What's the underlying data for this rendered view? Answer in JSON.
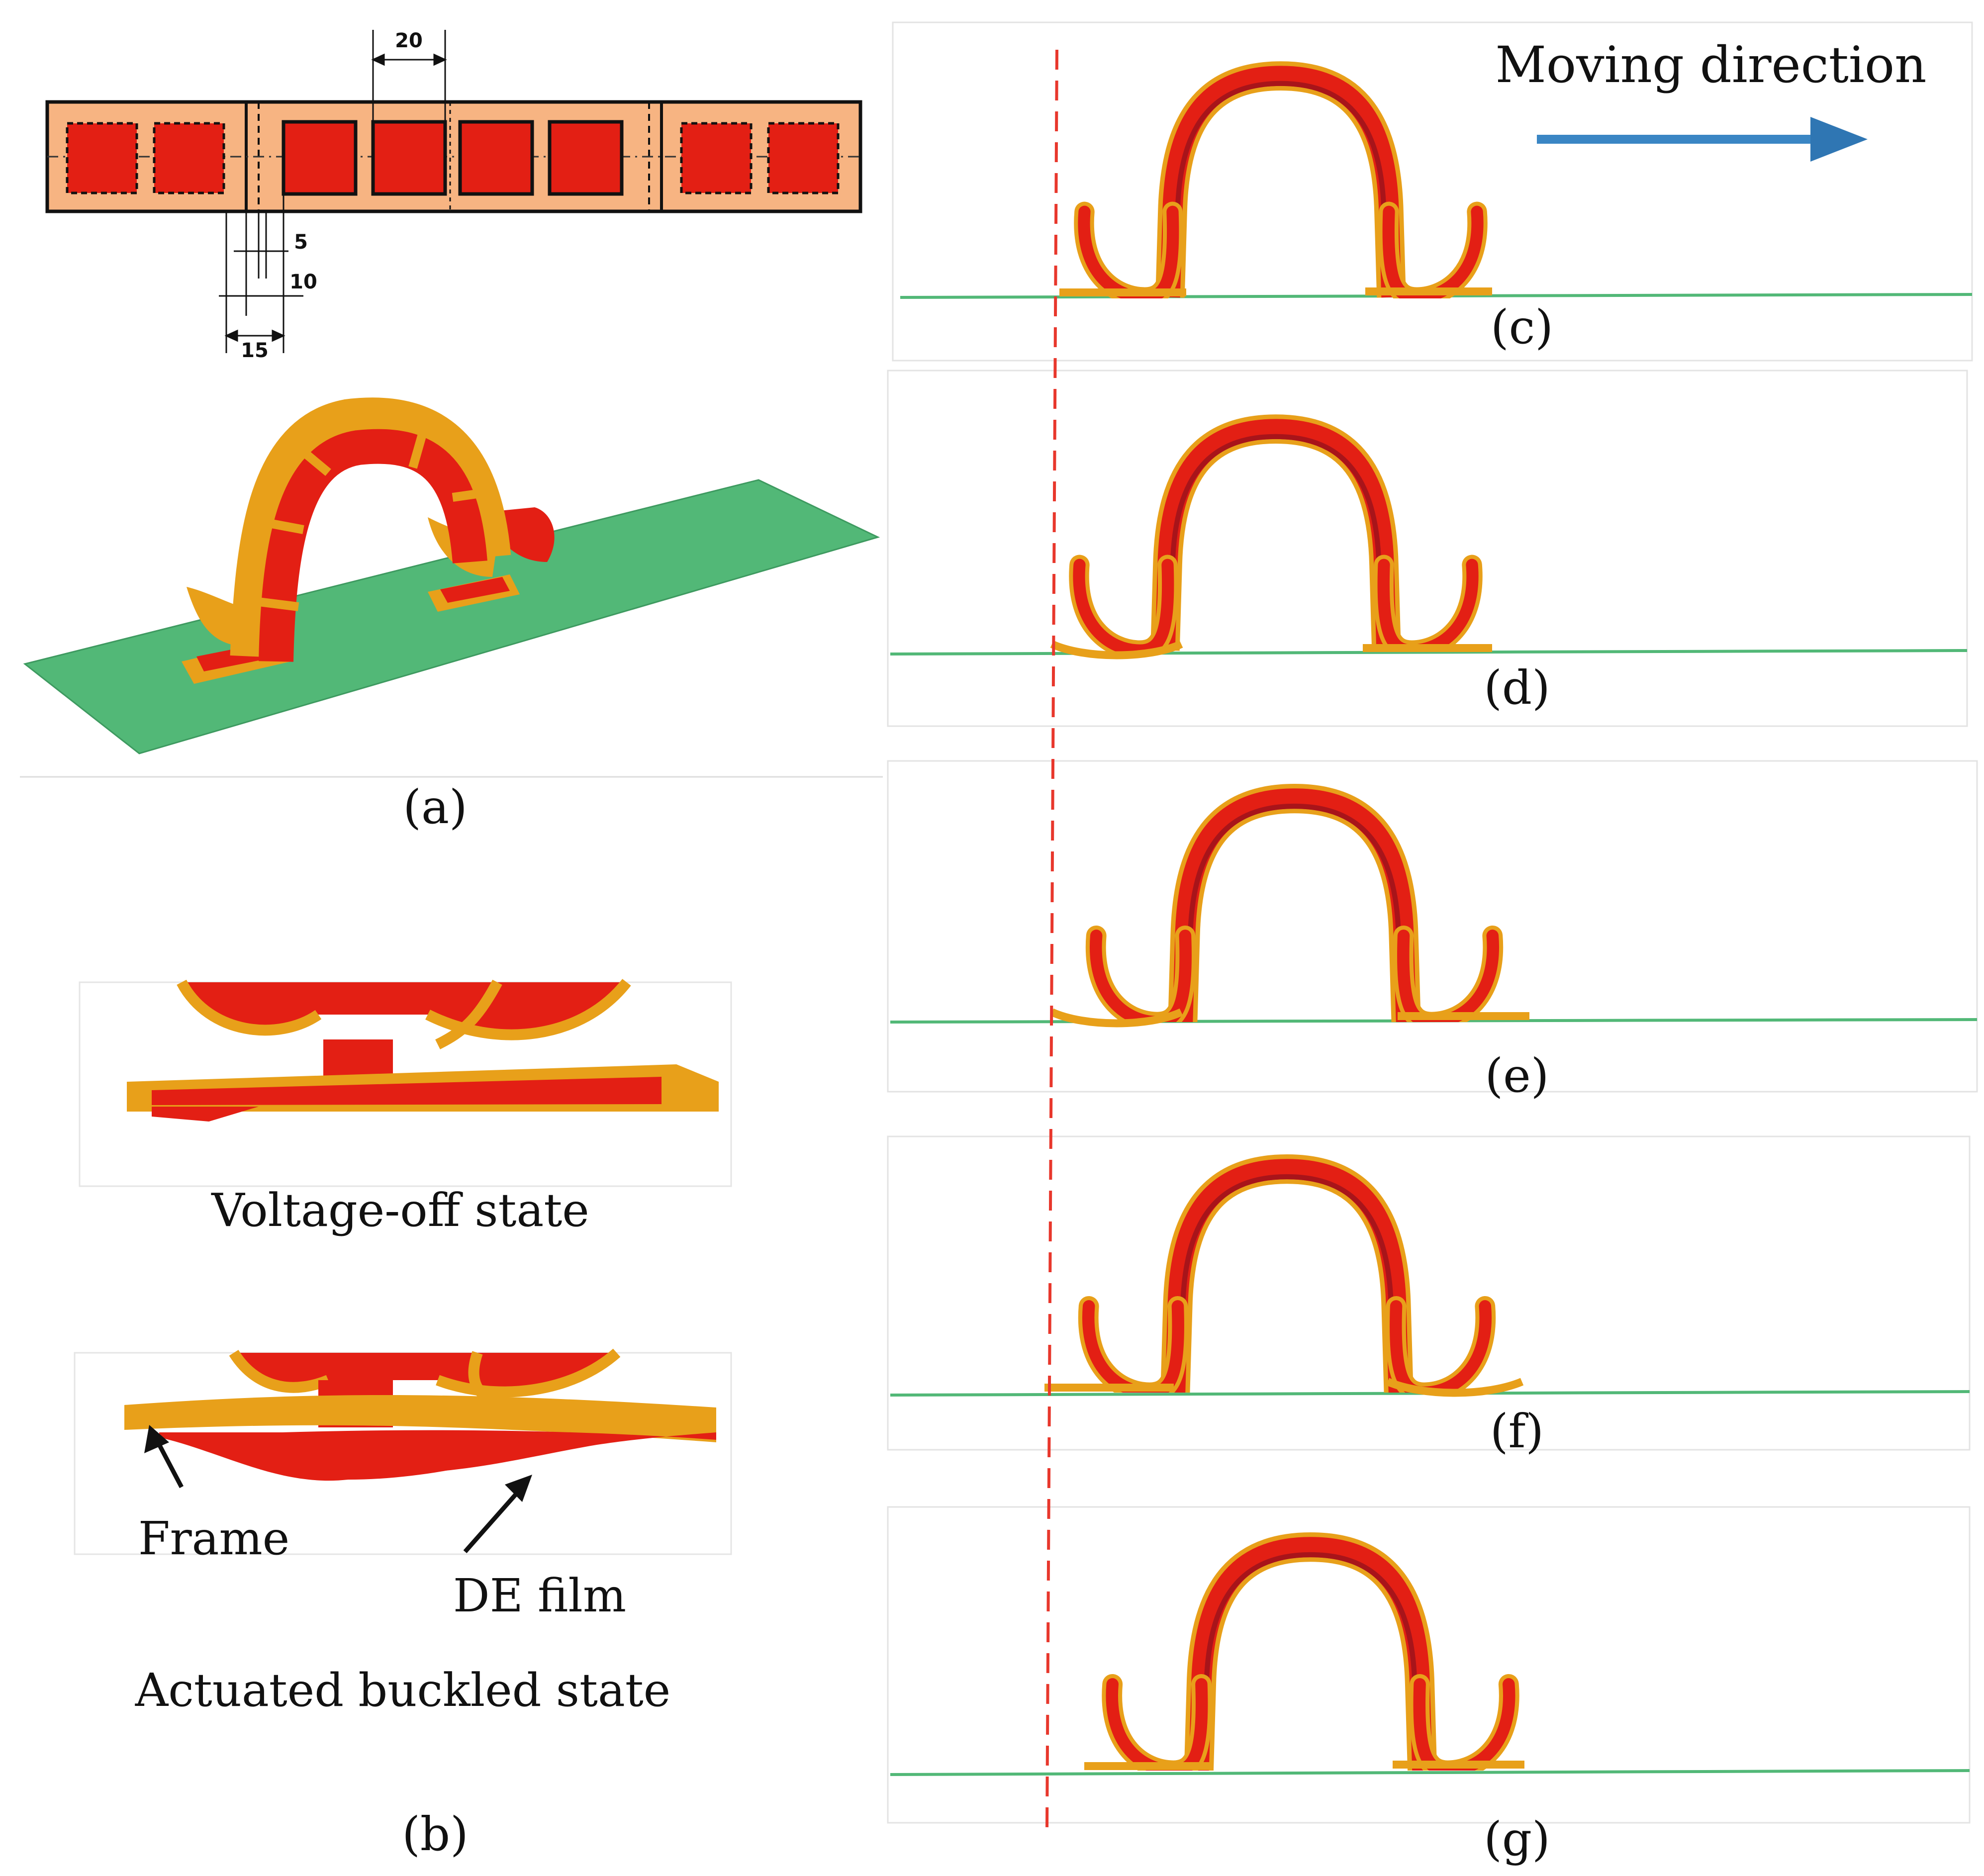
{
  "colors": {
    "frame_orange": "#e8a01a",
    "frame_light": "#f7b482",
    "film_red": "#e31f14",
    "film_dark": "#a8141a",
    "ground_green": "#52b877",
    "guide_red": "#e8372c",
    "arrow_blue": "#3a86c4"
  },
  "panel_a": {
    "caption": "(a)",
    "dimensions": {
      "d20": "20",
      "d5": "5",
      "d10": "10",
      "d15": "15"
    }
  },
  "panel_b": {
    "caption": "(b)",
    "voltage_off_label": "Voltage-off state",
    "actuated_label": "Actuated buckled state",
    "frame_label": "Frame",
    "film_label": "DE film"
  },
  "sequence": {
    "moving_direction": "Moving direction",
    "frames": [
      {
        "caption": "(c)"
      },
      {
        "caption": "(d)"
      },
      {
        "caption": "(e)"
      },
      {
        "caption": "(f)"
      },
      {
        "caption": "(g)"
      }
    ]
  }
}
